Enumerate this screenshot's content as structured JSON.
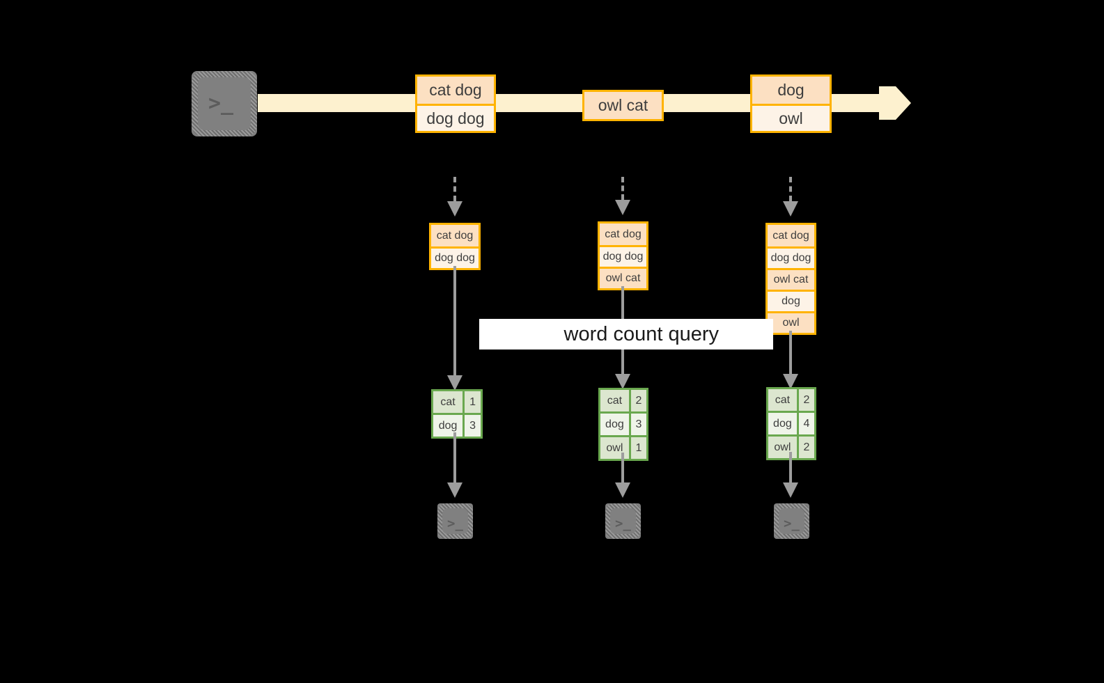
{
  "diagram": {
    "title_label": "word count query",
    "colors": {
      "background": "#000000",
      "stream_band": "#fdf1cf",
      "peach_border": "#ffb300",
      "peach_dark": "#fce0c2",
      "peach_light": "#fdf3e7",
      "green_border": "#6aa84f",
      "green_dark": "#dce6cf",
      "green_light": "#eff4e9",
      "terminal_fill": "#808080",
      "arrow_gray": "#9d9d9d"
    },
    "source": {
      "icon": "terminal-icon",
      "prompt": ">_"
    },
    "stream": {
      "events": [
        {
          "lines": [
            "cat dog",
            "dog dog"
          ]
        },
        {
          "lines": [
            "owl cat"
          ]
        },
        {
          "lines": [
            "dog",
            "owl"
          ]
        }
      ]
    },
    "snapshots": [
      {
        "id": "snapshot-1",
        "input_rows": [
          "cat dog",
          "dog dog"
        ],
        "result": {
          "rows": [
            {
              "word": "cat",
              "count": "1"
            },
            {
              "word": "dog",
              "count": "3"
            }
          ]
        },
        "sink": {
          "icon": "terminal-icon",
          "prompt": ">_"
        }
      },
      {
        "id": "snapshot-2",
        "input_rows": [
          "cat dog",
          "dog dog",
          "owl cat"
        ],
        "result": {
          "rows": [
            {
              "word": "cat",
              "count": "2"
            },
            {
              "word": "dog",
              "count": "3"
            },
            {
              "word": "owl",
              "count": "1"
            }
          ]
        },
        "sink": {
          "icon": "terminal-icon",
          "prompt": ">_"
        }
      },
      {
        "id": "snapshot-3",
        "input_rows": [
          "cat dog",
          "dog dog",
          "owl cat",
          "dog",
          "owl"
        ],
        "result": {
          "rows": [
            {
              "word": "cat",
              "count": "2"
            },
            {
              "word": "dog",
              "count": "4"
            },
            {
              "word": "owl",
              "count": "2"
            }
          ]
        },
        "sink": {
          "icon": "terminal-icon",
          "prompt": ">_"
        }
      }
    ]
  }
}
